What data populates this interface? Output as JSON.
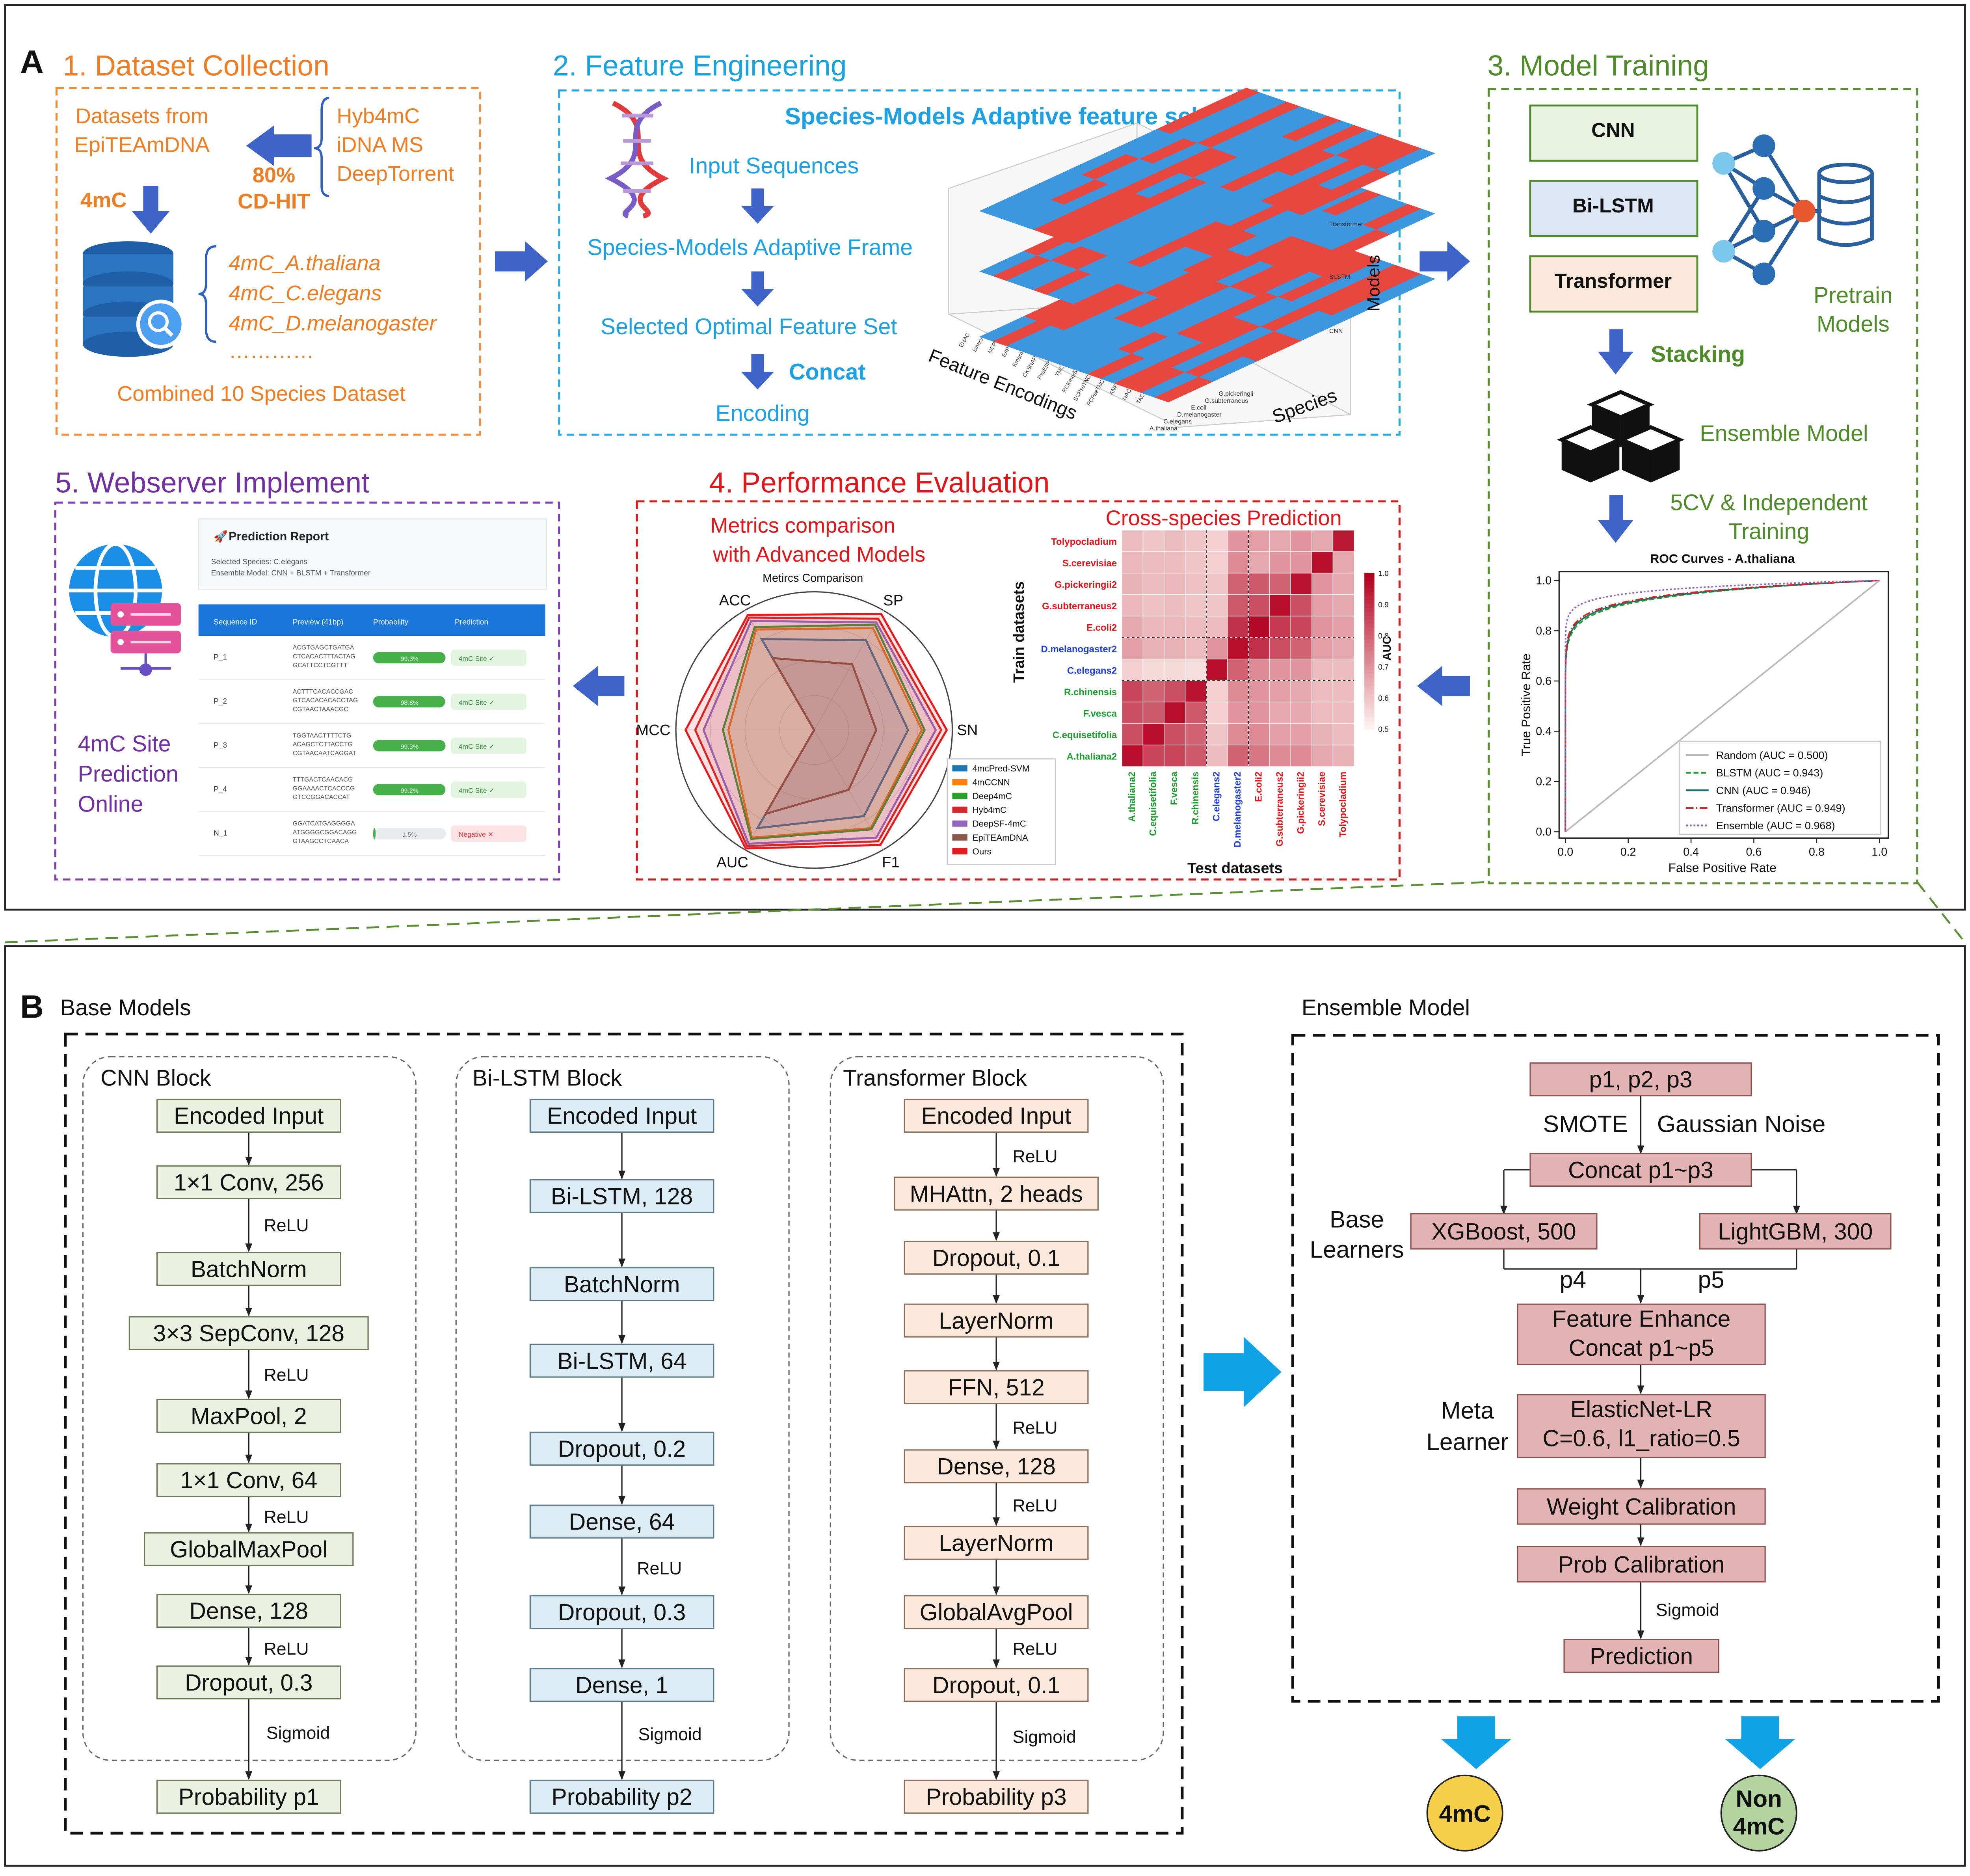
{
  "panel_a": {
    "letter": "A",
    "dataset": {
      "title": "1. Dataset Collection",
      "src_left": [
        "Datasets  from",
        "EpiTEAmDNA"
      ],
      "src_right": [
        "Hyb4mC",
        "iDNA MS",
        "DeepTorrent"
      ],
      "cdhit": [
        "80%",
        "CD-HIT"
      ],
      "label_4mc": "4mC",
      "species": [
        "4mC_A.thaliana",
        "4mC_C.elegans",
        "4mC_D.melanogaster",
        "…………"
      ],
      "combined": "Combined 10 Species Dataset"
    },
    "feature": {
      "title": "2. Feature Engineering",
      "header": "Species-Models Adaptive feature selection",
      "steps": [
        "Input Sequences",
        "Species-Models Adaptive Frame",
        "Selected Optimal Feature Set",
        "Encoding"
      ],
      "concat": "Concat",
      "axis_x": "Feature Encodings",
      "axis_y": "Species",
      "axis_z": "Models",
      "encodings": [
        "ENAC",
        "binary",
        "NCP",
        "EIIP",
        "Kmer4",
        "CKSNAP",
        "PseEIIP",
        "TNC",
        "RCKmer5",
        "SCPseTNC",
        "PCPseTNC",
        "ANF",
        "NAC",
        "TAC"
      ],
      "species_ticks": [
        "G.pickeringii",
        "G.subterraneus",
        "E.coli",
        "D.melanogaster",
        "C.elegans",
        "A.thaliana"
      ],
      "model_ticks": [
        "Transformer",
        "BLSTM",
        "CNN"
      ],
      "colors": {
        "selected": "#e8473f",
        "unselected": "#3d97df"
      }
    },
    "training": {
      "title": "3. Model Training",
      "models": [
        "CNN",
        "Bi-LSTM",
        "Transformer"
      ],
      "pretrain": [
        "Pretrain",
        "Models"
      ],
      "stacking": "Stacking",
      "ensemble": "Ensemble Model",
      "cv": [
        "5CV & Independent",
        "Training"
      ]
    },
    "webserver": {
      "title": "5. Webserver Implement",
      "report_title": "Prediction Report",
      "species_line": "Selected Species: C.elegans",
      "ensemble_line": "Ensemble Model: CNN + BLSTM + Transformer",
      "columns": [
        "Sequence ID",
        "Preview (41bp)",
        "Probability",
        "Prediction"
      ],
      "rows": [
        {
          "id": "P_1",
          "seq": [
            "ACGTGAGCTGATGA",
            "CTCACACTTTACTAG",
            "GCATTCCTCGTTT"
          ],
          "prob": "99.3%",
          "pred": "4mC Site ✓"
        },
        {
          "id": "P_2",
          "seq": [
            "ACTTTCACACCGAC",
            "GTCACACACACCTAG",
            "CGTAACTAAACGC"
          ],
          "prob": "98.8%",
          "pred": "4mC Site ✓"
        },
        {
          "id": "P_3",
          "seq": [
            "TGGTAACTTTTCTG",
            "ACAGCTCTTACCTG",
            "CGTAACAATCAGGAT"
          ],
          "prob": "99.3%",
          "pred": "4mC Site ✓"
        },
        {
          "id": "P_4",
          "seq": [
            "TTTGACTCAACACG",
            "GGAAAACTCACCCG",
            "GTCCGGACACCAT"
          ],
          "prob": "99.2%",
          "pred": "4mC Site ✓"
        },
        {
          "id": "N_1",
          "seq": [
            "GGATCATGAGGGGA",
            "ATGGGGCGGACAGG",
            "GTAAGCCTCAACA"
          ],
          "prob": "1.5%",
          "pred": "Negative ✕"
        }
      ],
      "prob_values": [
        0.993,
        0.988,
        0.993,
        0.992,
        0.015
      ],
      "caption": [
        "4mC Site",
        "Prediction",
        "Online"
      ]
    },
    "perf": {
      "title": "4. Performance Evaluation",
      "metrics_title": [
        "Metrics comparison",
        "with Advanced Models"
      ],
      "cross_title": "Cross-species Prediction"
    }
  },
  "chart_data": [
    {
      "type": "radar",
      "title": "Metircs Comparison",
      "axes": [
        "SP",
        "SN",
        "F1",
        "AUC",
        "MCC",
        "ACC"
      ],
      "series": [
        {
          "name": "4mcPred-SVM",
          "color": "#1f77b4",
          "values": [
            0.75,
            0.68,
            0.72,
            0.82,
            0.0,
            0.76
          ]
        },
        {
          "name": "4mCCNN",
          "color": "#ff7f0e",
          "values": [
            0.85,
            0.78,
            0.82,
            0.9,
            0.62,
            0.84
          ]
        },
        {
          "name": "Deep4mC",
          "color": "#2ca02c",
          "values": [
            0.88,
            0.8,
            0.83,
            0.91,
            0.66,
            0.86
          ]
        },
        {
          "name": "Hyb4mC",
          "color": "#d62728",
          "values": [
            0.93,
            0.92,
            0.93,
            0.97,
            0.86,
            0.94
          ]
        },
        {
          "name": "DeepSF-4mC",
          "color": "#9467bd",
          "values": [
            0.9,
            0.88,
            0.9,
            0.95,
            0.8,
            0.91
          ]
        },
        {
          "name": "EpiTEAmDNA",
          "color": "#8c564b",
          "values": [
            0.55,
            0.45,
            0.5,
            0.7,
            0.0,
            0.6
          ]
        },
        {
          "name": "Ours",
          "color": "#e41a1c",
          "values": [
            0.97,
            0.96,
            0.96,
            0.99,
            0.93,
            0.96
          ]
        }
      ]
    },
    {
      "type": "heatmap",
      "title": "",
      "xlabel": "Test datasets",
      "ylabel": "Train datasets",
      "colorbar_label": "AUC",
      "colorbar_ticks": [
        0.5,
        0.6,
        0.7,
        0.8,
        0.9,
        1.0
      ],
      "rows": [
        "Tolypocladium",
        "S.cerevisiae",
        "G.pickeringii2",
        "G.subterraneus2",
        "E.coli2",
        "D.melanogaster2",
        "C.elegans2",
        "R.chinensis",
        "F.vesca",
        "C.equisetifolia",
        "A.thaliana2"
      ],
      "columns": [
        "A.thaliana2",
        "C.equisetifolia",
        "F.vesca",
        "R.chinensis",
        "C.elegans2",
        "D.melanogaster2",
        "E.coli2",
        "G.subterraneus2",
        "G.pickeringii2",
        "S.cerevisiae",
        "Tolypocladium"
      ],
      "label_colors": {
        "green": "#1e9e32",
        "blue": "#1f3fd8",
        "red": "#e0161b"
      },
      "values": [
        [
          0.62,
          0.6,
          0.62,
          0.6,
          0.58,
          0.7,
          0.68,
          0.66,
          0.7,
          0.66,
          0.95
        ],
        [
          0.63,
          0.62,
          0.62,
          0.6,
          0.58,
          0.72,
          0.66,
          0.7,
          0.7,
          0.97,
          0.66
        ],
        [
          0.64,
          0.62,
          0.63,
          0.61,
          0.6,
          0.8,
          0.82,
          0.8,
          0.96,
          0.7,
          0.66
        ],
        [
          0.63,
          0.61,
          0.62,
          0.6,
          0.6,
          0.82,
          0.84,
          0.97,
          0.84,
          0.68,
          0.66
        ],
        [
          0.66,
          0.63,
          0.63,
          0.62,
          0.62,
          0.9,
          0.98,
          0.88,
          0.86,
          0.7,
          0.68
        ],
        [
          0.68,
          0.64,
          0.64,
          0.62,
          0.7,
          0.97,
          0.9,
          0.84,
          0.8,
          0.68,
          0.66
        ],
        [
          0.58,
          0.56,
          0.56,
          0.55,
          0.97,
          0.8,
          0.72,
          0.7,
          0.7,
          0.62,
          0.62
        ],
        [
          0.86,
          0.8,
          0.84,
          0.96,
          0.58,
          0.72,
          0.7,
          0.68,
          0.66,
          0.62,
          0.62
        ],
        [
          0.84,
          0.82,
          0.97,
          0.82,
          0.58,
          0.7,
          0.7,
          0.66,
          0.66,
          0.62,
          0.62
        ],
        [
          0.84,
          0.97,
          0.84,
          0.8,
          0.6,
          0.72,
          0.72,
          0.68,
          0.68,
          0.64,
          0.62
        ],
        [
          0.97,
          0.86,
          0.86,
          0.82,
          0.62,
          0.8,
          0.76,
          0.72,
          0.72,
          0.66,
          0.64
        ]
      ]
    },
    {
      "type": "line",
      "title": "ROC Curves - A.thaliana",
      "xlabel": "False Positive Rate",
      "ylabel": "True Positive Rate",
      "xlim": [
        0,
        1
      ],
      "ylim": [
        0,
        1
      ],
      "ticks": [
        "0.0",
        "0.2",
        "0.4",
        "0.6",
        "0.8",
        "1.0"
      ],
      "legend_position": "lower-right",
      "series": [
        {
          "name": "Random (AUC = 0.500)",
          "color": "#b8b8b8",
          "dash": "none",
          "auc": 0.5
        },
        {
          "name": "BLSTM (AUC = 0.943)",
          "color": "#2ca02c",
          "dash": "4,2",
          "auc": 0.943
        },
        {
          "name": "CNN (AUC = 0.946)",
          "color": "#1f6f6f",
          "dash": "none",
          "auc": 0.946
        },
        {
          "name": "Transformer (AUC = 0.949)",
          "color": "#d62728",
          "dash": "6,2,1,2",
          "auc": 0.949
        },
        {
          "name": "Ensemble (AUC = 0.968)",
          "color": "#9467bd",
          "dash": "1.5,1.5",
          "auc": 0.968
        }
      ]
    }
  ],
  "panel_b": {
    "letter": "B",
    "base_title": "Base Models",
    "ensemble_title": "Ensemble Model",
    "cnn": {
      "title": "CNN Block",
      "nodes": [
        "Encoded Input",
        "1×1 Conv, 256",
        "BatchNorm",
        "3×3 SepConv, 128",
        "MaxPool, 2",
        "1×1 Conv, 64",
        "GlobalMaxPool",
        "Dense, 128",
        "Dropout, 0.3",
        "Probability p1"
      ],
      "labels": [
        "ReLU",
        "ReLU",
        "ReLU",
        "ReLU",
        "Sigmoid"
      ],
      "colors": {
        "fill": "#eaf1e0",
        "stroke": "#6b7a58"
      }
    },
    "bilstm": {
      "title": "Bi-LSTM Block",
      "nodes": [
        "Encoded Input",
        "Bi-LSTM, 128",
        "BatchNorm",
        "Bi-LSTM, 64",
        "Dropout, 0.2",
        "Dense, 64",
        "Dropout, 0.3",
        "Dense, 1",
        "Probability p2"
      ],
      "labels": [
        "ReLU",
        "Sigmoid"
      ],
      "colors": {
        "fill": "#dcecf5",
        "stroke": "#5e7a8a"
      }
    },
    "transformer": {
      "title": "Transformer Block",
      "nodes": [
        "Encoded Input",
        "MHAttn, 2 heads",
        "Dropout, 0.1",
        "LayerNorm",
        "FFN, 512",
        "Dense, 128",
        "LayerNorm",
        "GlobalAvgPool",
        "Dropout, 0.1",
        "Probability p3"
      ],
      "labels": [
        "ReLU",
        "ReLU",
        "ReLU",
        "ReLU",
        "Sigmoid"
      ],
      "colors": {
        "fill": "#fbe8da",
        "stroke": "#8a6f5e"
      }
    },
    "ensemble": {
      "nodes": [
        "p1, p2, p3",
        "Concat p1~p3",
        "XGBoost, 500",
        "LightGBM, 300",
        "Feature Enhance",
        "Concat p1~p5",
        "ElasticNet-LR",
        "C=0.6, l1_ratio=0.5",
        "Weight Calibration",
        "Prob Calibration",
        "Prediction"
      ],
      "aug": [
        "SMOTE",
        "Gaussian Noise"
      ],
      "base_learners": [
        "Base",
        "Learners"
      ],
      "meta_learner": [
        "Meta",
        "Learner"
      ],
      "p4": "p4",
      "p5": "p5",
      "sigmoid": "Sigmoid",
      "colors": {
        "fill": "#e3b3b3",
        "stroke": "#8a5050"
      }
    },
    "outputs": [
      "4mC",
      "Non",
      "4mC"
    ],
    "output_colors": {
      "positive": "#f7d04a",
      "negative": "#b3d3a0",
      "arrow": "#12a2e8"
    }
  }
}
